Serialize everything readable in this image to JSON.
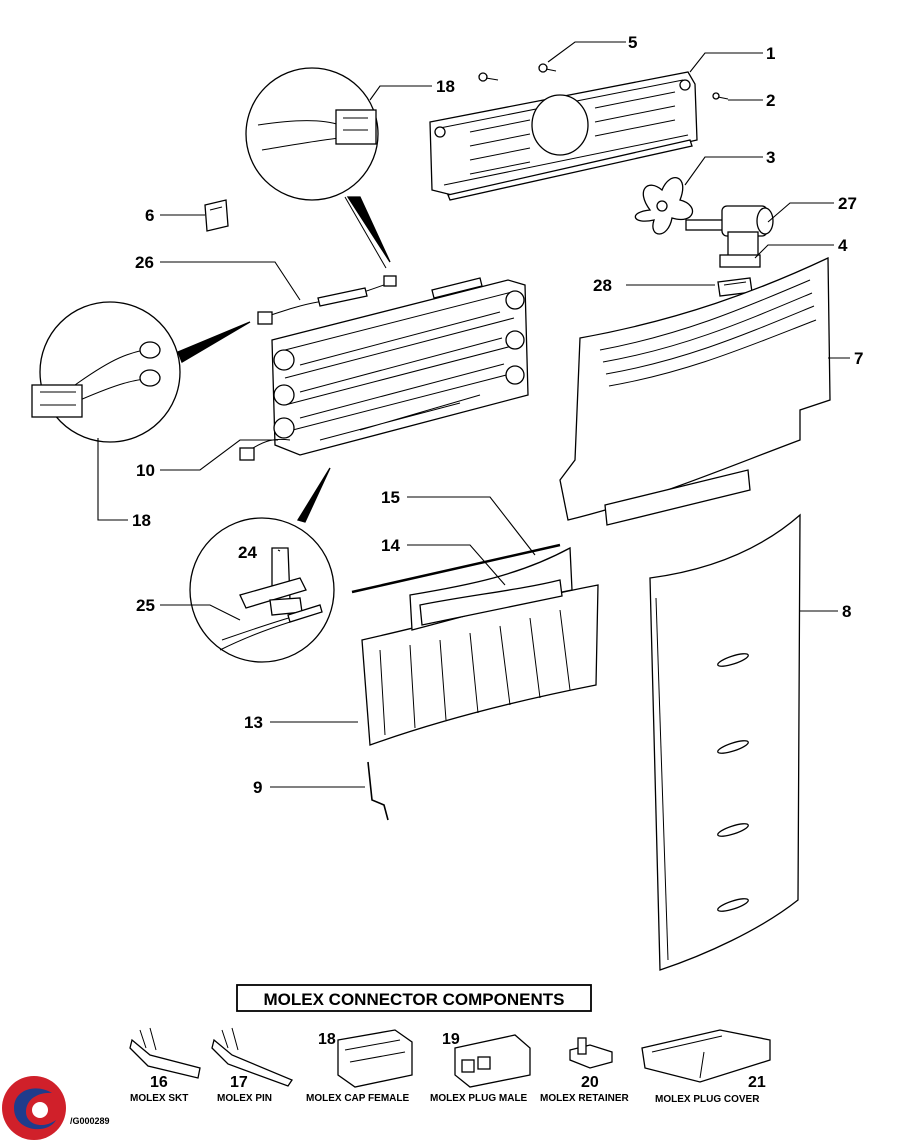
{
  "callouts": {
    "c1": "1",
    "c2": "2",
    "c3": "3",
    "c4": "4",
    "c5": "5",
    "c6": "6",
    "c7": "7",
    "c8": "8",
    "c9": "9",
    "c10": "10",
    "c13": "13",
    "c14": "14",
    "c15": "15",
    "c18a": "18",
    "c18b": "18",
    "c24": "24",
    "c25": "25",
    "c26": "26",
    "c27": "27",
    "c28": "28"
  },
  "molex": {
    "title": "MOLEX CONNECTOR COMPONENTS",
    "items": [
      {
        "number": "16",
        "label": "MOLEX SKT"
      },
      {
        "number": "17",
        "label": "MOLEX PIN"
      },
      {
        "number": "18",
        "label": "MOLEX CAP FEMALE"
      },
      {
        "number": "19",
        "label": "MOLEX PLUG MALE"
      },
      {
        "number": "20",
        "label": "MOLEX RETAINER"
      },
      {
        "number": "21",
        "label": "MOLEX PLUG COVER"
      }
    ]
  },
  "doc_code": "/G000289",
  "colors": {
    "logo_red": "#d0202a",
    "logo_blue": "#1f3c8c"
  }
}
